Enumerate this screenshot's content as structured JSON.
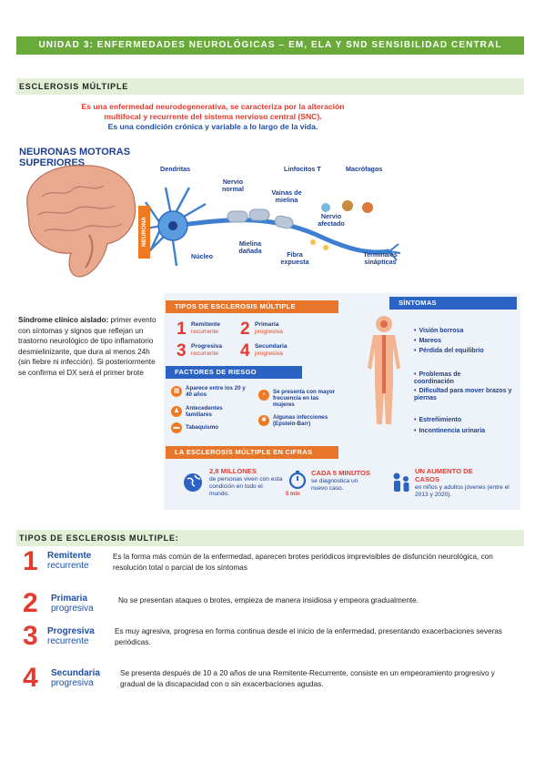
{
  "unit_title": "UNIDAD 3: ENFERMEDADES NEUROLÓGICAS – EM, ELA Y SND SENSIBILIDAD CENTRAL",
  "section1_title": "ESCLEROSIS MÚLTIPLE",
  "infographic1": {
    "intro_line1": "Es una enfermedad neurodegenerativa, se caracteriza por la alteración",
    "intro_line2": "multifocal y recurrente del sistema nervioso central (SNC).",
    "intro_line3": "Es una condición crónica y variable a lo largo de la vida.",
    "neuronas_title_1": "NEURONAS MOTORAS",
    "neuronas_title_2": "SUPERIORES",
    "side_label": "NEURONA",
    "labels": {
      "dendritas": "Dendritas",
      "nervio_normal": "Nervio normal",
      "linfocitos": "Linfocitos T",
      "macrofagos": "Macrófagos",
      "vainas": "Vainas de mielina",
      "nervio_afectado": "Nervio afectado",
      "nucleo": "Núcleo",
      "mielina_danada": "Mielina dañada",
      "fibra_expuesta": "Fibra expuesta",
      "terminales": "Terminales sinápticas"
    }
  },
  "sindrome": {
    "bold": "Síndrome clínico aislado:",
    "text": " primer evento con síntomas y signos que reflejan un trastorno neurológico de tipo inflamatorio desmielinizante, que dura al menos 24h (sin fiebre ni infección). Si posteriormente se confirma el DX será el primer brote"
  },
  "infographic2": {
    "tipos_title": "TIPOS DE ESCLEROSIS MÚLTIPLE",
    "tipos": [
      {
        "num": "1",
        "main": "Remitente",
        "sub": "recurrente"
      },
      {
        "num": "2",
        "main": "Primaria",
        "sub": "progresiva"
      },
      {
        "num": "3",
        "main": "Progresiva",
        "sub": "recurrente"
      },
      {
        "num": "4",
        "main": "Secundaria",
        "sub": "progresiva"
      }
    ],
    "factores_title": "FACTORES DE RIESGO",
    "factores": {
      "edad": "Aparece entre los 20 y 40 años",
      "antecedentes": "Antecedentes familiares",
      "tabaquismo": "Tabaquismo",
      "mujeres": "Se presenta con mayor frecuencia en las mujeres",
      "infecciones": "Algunas infecciones (Epstein-Barr)"
    },
    "sintomas_title": "SÍNTOMAS",
    "sintomas": [
      "Visión borrosa",
      "Mareos",
      "Pérdida del equilibrio",
      "Problemas de coordinación",
      "Dificultad para mover brazos y piernas",
      "Estreñimiento",
      "Incontinencia urinaria"
    ],
    "cifras_title": "LA ESCLEROSIS MÚLTIPLE EN CIFRAS",
    "cifras": [
      {
        "title": "2,8 MILLONES",
        "text": "de personas viven con esta condición en todo el mundo."
      },
      {
        "title": "CADA 5 MINUTOS",
        "text": "se diagnostica un nuevo caso.",
        "icon_text": "5 min"
      },
      {
        "title": "UN AUMENTO DE CASOS",
        "text": "en niños y adultos jóvenes (entre el 2013 y 2020)."
      }
    ]
  },
  "section2_title": "TIPOS DE ESCLEROSIS MULTIPLE:",
  "types": [
    {
      "num": "1",
      "main": "Remitente",
      "sub": "recurrente",
      "desc": "Es la forma más común de la enfermedad, aparecen brotes periódicos imprevisibles de disfunción neurológica, con resolución total o parcial de los síntomas"
    },
    {
      "num": "2",
      "main": "Primaria",
      "sub": "progresiva",
      "desc": "No se presentan ataques o brotes, empieza de manera insidiosa y empeora gradualmente."
    },
    {
      "num": "3",
      "main": "Progresiva",
      "sub": "recurrente",
      "desc": "Es muy agresiva, progresa en forma continua desde el inicio de la enfermedad, presentando exacerbaciones severas periódicas."
    },
    {
      "num": "4",
      "main": "Secundaria",
      "sub": "progresiva",
      "desc": "Se presenta después de 10 a 20 años de una Remitente-Recurrente, consiste en un empeoramiento progresivo y gradual de la discapacidad con o sin exacerbaciones agudas."
    }
  ],
  "colors": {
    "green": "#6aaa3a",
    "light_green": "#e4efd7",
    "red": "#e53a2e",
    "orange": "#f07a22",
    "blue": "#1d4fa8"
  }
}
